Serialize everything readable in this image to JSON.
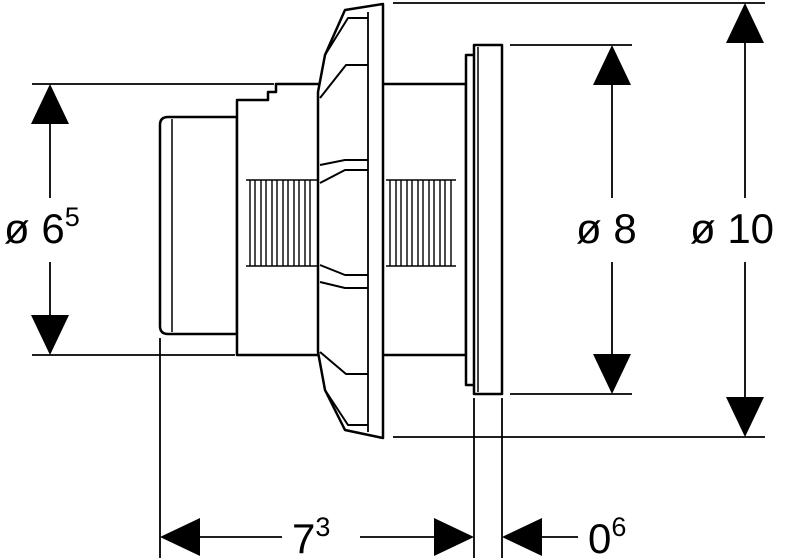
{
  "dimensions": {
    "d65": {
      "prefix": "ø 6",
      "sup": "5"
    },
    "d8": {
      "text": "ø 8"
    },
    "d10": {
      "text": "ø 10"
    },
    "l73": {
      "main": "7",
      "sup": "3"
    },
    "l06": {
      "main": "0",
      "sup": "6"
    }
  },
  "colors": {
    "line": "#000000",
    "background": "#ffffff"
  }
}
